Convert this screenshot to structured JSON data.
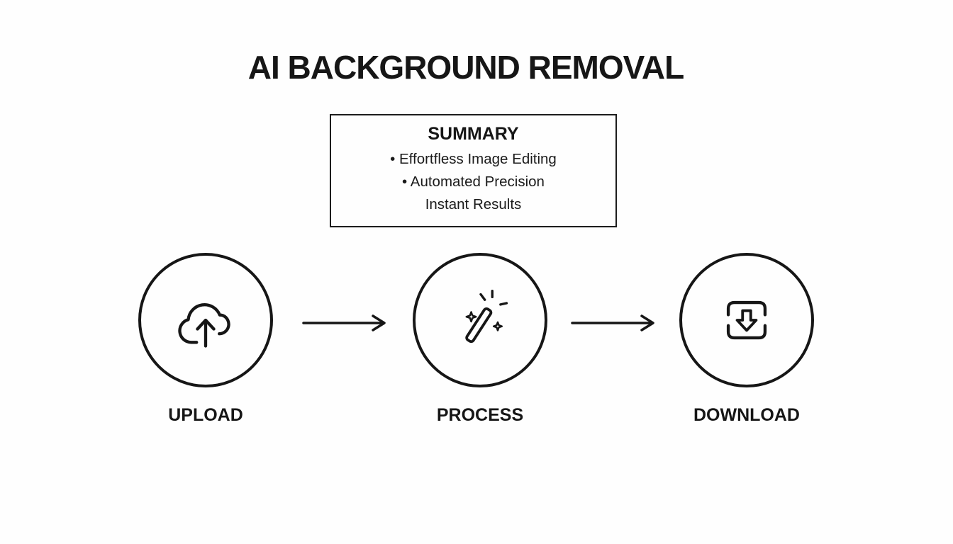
{
  "title": "AI BACKGROUND REMOVAL",
  "summary": {
    "heading": "SUMMARY",
    "items": [
      "• Effortfless Image Editing",
      "• Automated Precision",
      "Instant Results"
    ]
  },
  "steps": [
    {
      "label": "UPLOAD",
      "icon": "cloud-upload-icon"
    },
    {
      "label": "PROCESS",
      "icon": "magic-wand-icon"
    },
    {
      "label": "DOWNLOAD",
      "icon": "download-tray-icon"
    }
  ],
  "colors": {
    "ink": "#161616",
    "background": "#fefefe"
  }
}
